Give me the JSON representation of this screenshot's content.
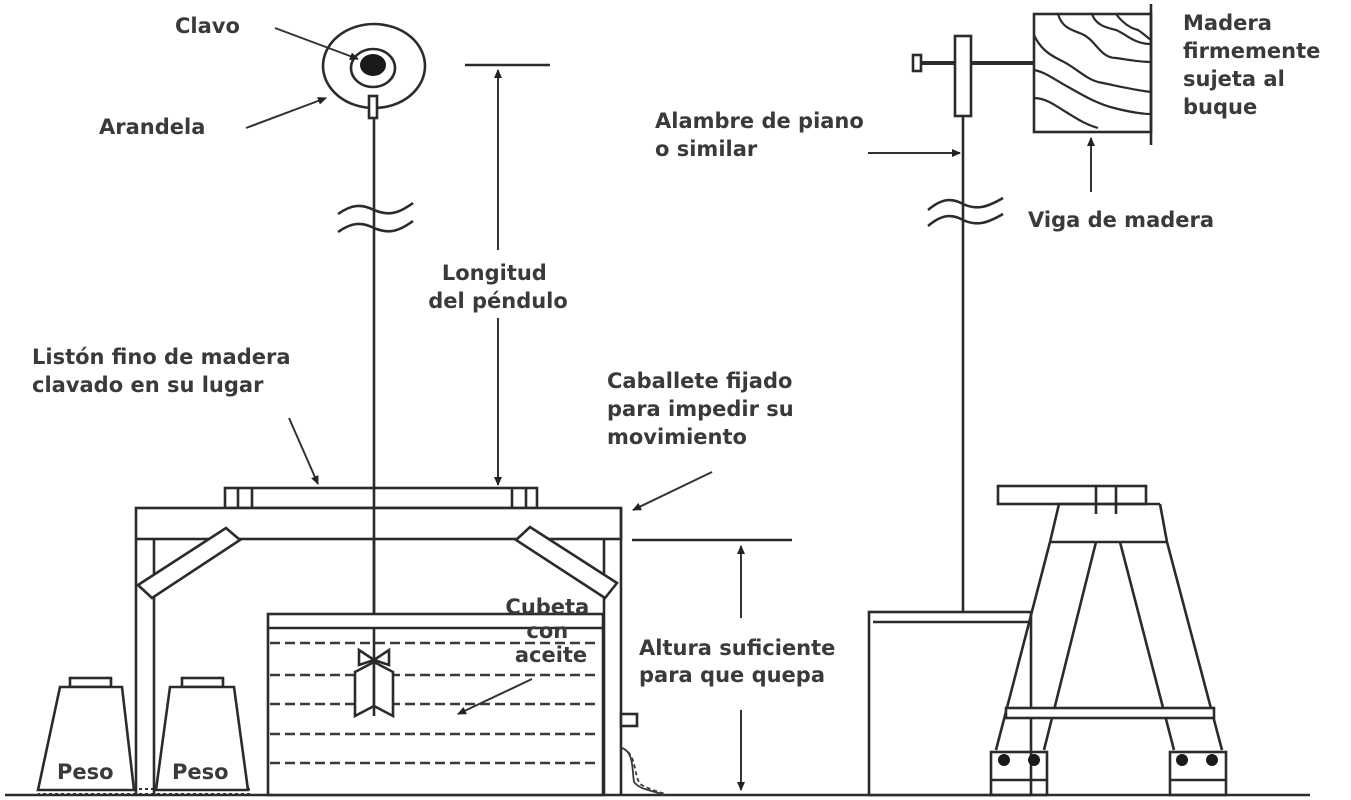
{
  "diagram": {
    "title": "Montaje del péndulo para prueba de estabilidad",
    "labels": {
      "clavo": "Clavo",
      "arandela": "Arandela",
      "longitud": [
        "Longitud",
        "del péndulo"
      ],
      "liston": [
        "Listón fino de madera",
        "clavado en su lugar"
      ],
      "caballete": [
        "Caballete  fijado",
        "para impedir su",
        "movimiento"
      ],
      "cubeta": [
        "Cubeta",
        "con",
        "aceite"
      ],
      "altura": [
        "Altura suficiente",
        "para que quepa"
      ],
      "peso_left": "Peso",
      "peso_right": "Peso",
      "alambre": [
        "Alambre de piano",
        "o similar"
      ],
      "madera": [
        "Madera",
        "firmemente",
        "sujeta al",
        "buque"
      ],
      "viga": "Viga de madera"
    }
  }
}
